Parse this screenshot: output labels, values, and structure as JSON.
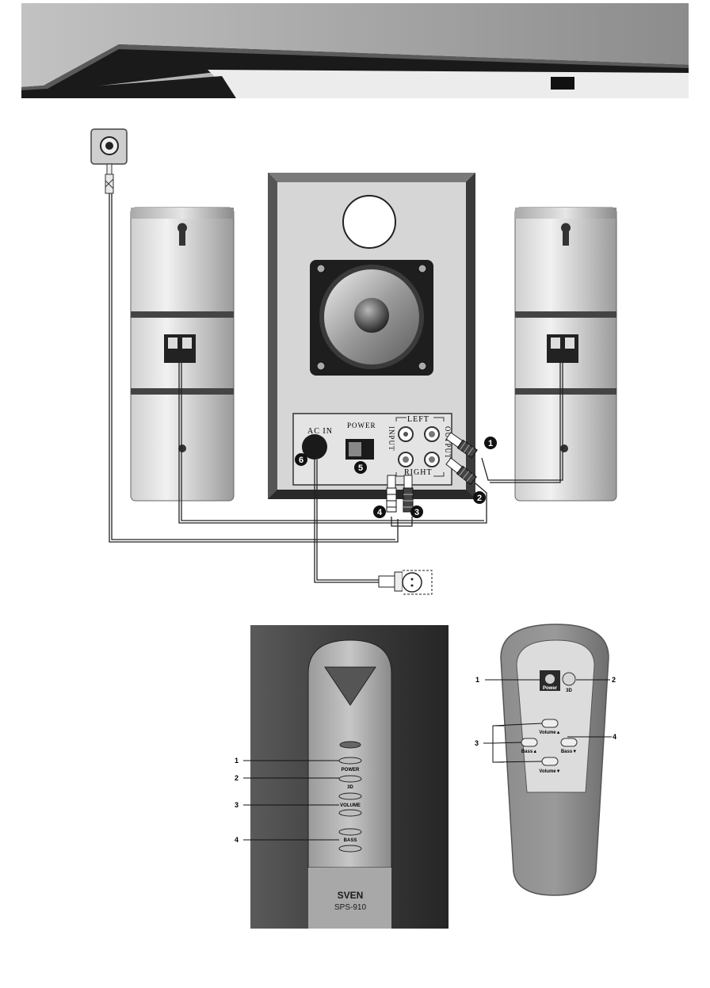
{
  "panel": {
    "ac_in": "AC IN",
    "power": "POWER",
    "left": "LEFT",
    "right": "RIGHT",
    "input": "INPUT",
    "output": "OUTPUT"
  },
  "callouts": {
    "c1": "1",
    "c2": "2",
    "c3": "3",
    "c4": "4",
    "c5": "5",
    "c6": "6"
  },
  "front": {
    "labels": [
      "1",
      "2",
      "3",
      "4"
    ],
    "power": "POWER",
    "threed": "3D",
    "volume": "VOLUME",
    "bass": "BASS",
    "brand": "SVEN",
    "model": "SPS-910"
  },
  "remote": {
    "labels": [
      "1",
      "2",
      "3",
      "4"
    ],
    "power": "Power",
    "threed": "3D",
    "vol_up": "Volume▲",
    "bass_up": "Bass▲",
    "bass_down": "Bass▼",
    "vol_down": "Volume▼"
  }
}
